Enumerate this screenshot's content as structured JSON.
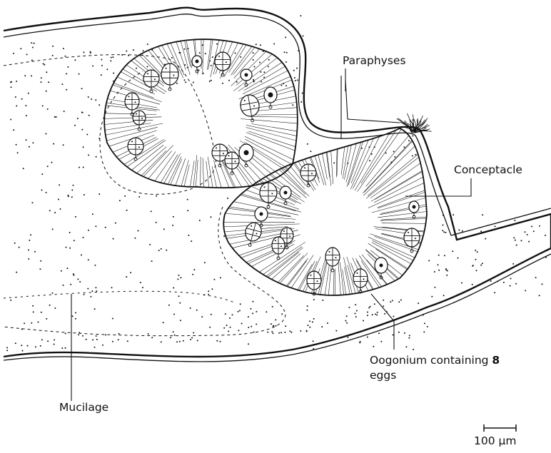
{
  "labels": {
    "paraphyses": "Paraphyses",
    "conceptacle": "Conceptacle",
    "oogonium_line1_text": "Oogonium containing ",
    "oogonium_line1_num": "8",
    "oogonium_line2": "eggs",
    "mucilage": "Mucilage"
  },
  "scale_bar": {
    "label": "100 µm"
  },
  "colors": {
    "ink": "#111111",
    "background": "#ffffff"
  }
}
